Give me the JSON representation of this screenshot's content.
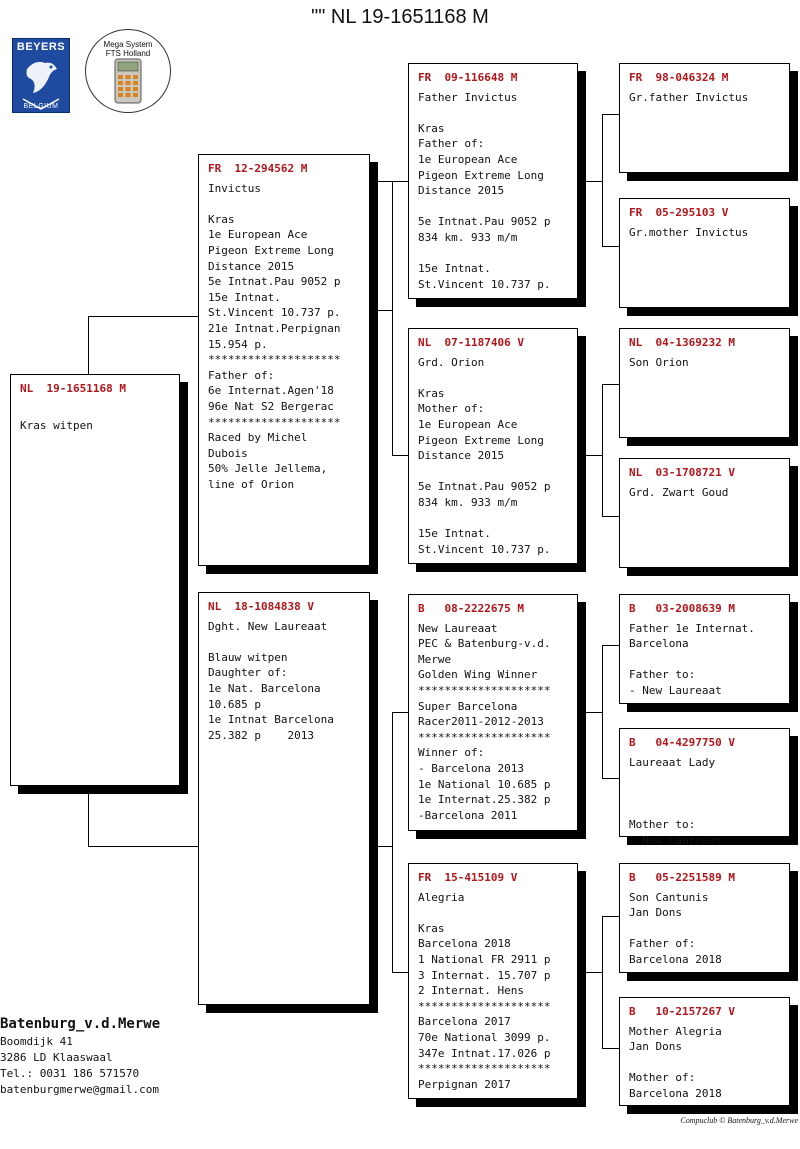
{
  "header": {
    "title": "\"\"   NL  19-1651168 M"
  },
  "logos": {
    "beyers": {
      "brand": "BEYERS",
      "country": "BELGIUM"
    },
    "mega": {
      "line1": "Mega System",
      "line2": "FTS  Holland"
    }
  },
  "pedigree": {
    "subject": {
      "ring": "NL  19-1651168 M",
      "text": "Kras witpen"
    },
    "father": {
      "ring": "FR  12-294562 M",
      "text": "Invictus\n\nKras\n1e European Ace\nPigeon Extreme Long\nDistance 2015\n5e Intnat.Pau 9052 p\n15e Intnat.\nSt.Vincent 10.737 p.\n21e Intnat.Perpignan\n15.954 p.\n********************\nFather of:\n6e Internat.Agen'18\n96e Nat S2 Bergerac\n********************\nRaced by Michel\nDubois\n50% Jelle Jellema,\nline of Orion"
    },
    "mother": {
      "ring": "NL  18-1084838 V",
      "text": "Dght. New Laureaat\n\nBlauw witpen\nDaughter of:\n1e Nat. Barcelona\n10.685 p\n1e Intnat Barcelona\n25.382 p    2013"
    },
    "ff": {
      "ring": "FR  09-116648 M",
      "text": "Father Invictus\n\nKras\nFather of:\n1e European Ace\nPigeon Extreme Long\nDistance 2015\n\n5e Intnat.Pau 9052 p\n834 km. 933 m/m\n\n15e Intnat.\nSt.Vincent 10.737 p."
    },
    "fm": {
      "ring": "NL  07-1187406 V",
      "text": "Grd. Orion\n\nKras\nMother of:\n1e European Ace\nPigeon Extreme Long\nDistance 2015\n\n5e Intnat.Pau 9052 p\n834 km. 933 m/m\n\n15e Intnat.\nSt.Vincent 10.737 p."
    },
    "mf": {
      "ring": "B   08-2222675 M",
      "text": "New Laureaat\nPEC & Batenburg-v.d.\nMerwe\nGolden Wing Winner\n********************\nSuper Barcelona\nRacer2011-2012-2013\n********************\nWinner of:\n- Barcelona 2013\n1e National 10.685 p\n1e Internat.25.382 p\n-Barcelona 2011"
    },
    "mm": {
      "ring": "FR  15-415109 V",
      "text": "Alegria\n\nKras\nBarcelona 2018\n1 National FR 2911 p\n3 Internat. 15.707 p\n2 Internat. Hens\n********************\nBarcelona 2017\n70e National 3099 p.\n347e Intnat.17.026 p\n********************\nPerpignan 2017"
    },
    "fff": {
      "ring": "FR  98-046324 M",
      "text": "Gr.father Invictus"
    },
    "ffm": {
      "ring": "FR  05-295103 V",
      "text": "Gr.mother Invictus"
    },
    "fmf": {
      "ring": "NL  04-1369232 M",
      "text": "Son Orion"
    },
    "fmm": {
      "ring": "NL  03-1708721 V",
      "text": "Grd. Zwart Goud"
    },
    "mff": {
      "ring": "B   03-2008639 M",
      "text": "Father 1e Internat.\nBarcelona\n\nFather to:\n- New Laureaat"
    },
    "mfm": {
      "ring": "B   04-4297750 V",
      "text": "Laureaat Lady\n\n\n\nMother to:\n- New Laureaat"
    },
    "mmf": {
      "ring": "B   05-2251589 M",
      "text": "Son Cantunis\nJan Dons\n\nFather of:\nBarcelona 2018"
    },
    "mmm": {
      "ring": "B   10-2157267 V",
      "text": "Mother Alegria\nJan Dons\n\nMother of:\nBarcelona 2018"
    }
  },
  "footer": {
    "name": "Batenburg_v.d.Merwe",
    "address": "Boomdijk 41",
    "city": "3286 LD  Klaaswaal",
    "phone": "Tel.: 0031 186 571570",
    "email": "batenburgmerwe@gmail.com"
  },
  "credit": "Compuclub © Batenburg_v.d.Merwe",
  "colors": {
    "ring_text": "#b2151a",
    "shadow": "#000000",
    "beyers_blue": "#1e4aa0"
  }
}
